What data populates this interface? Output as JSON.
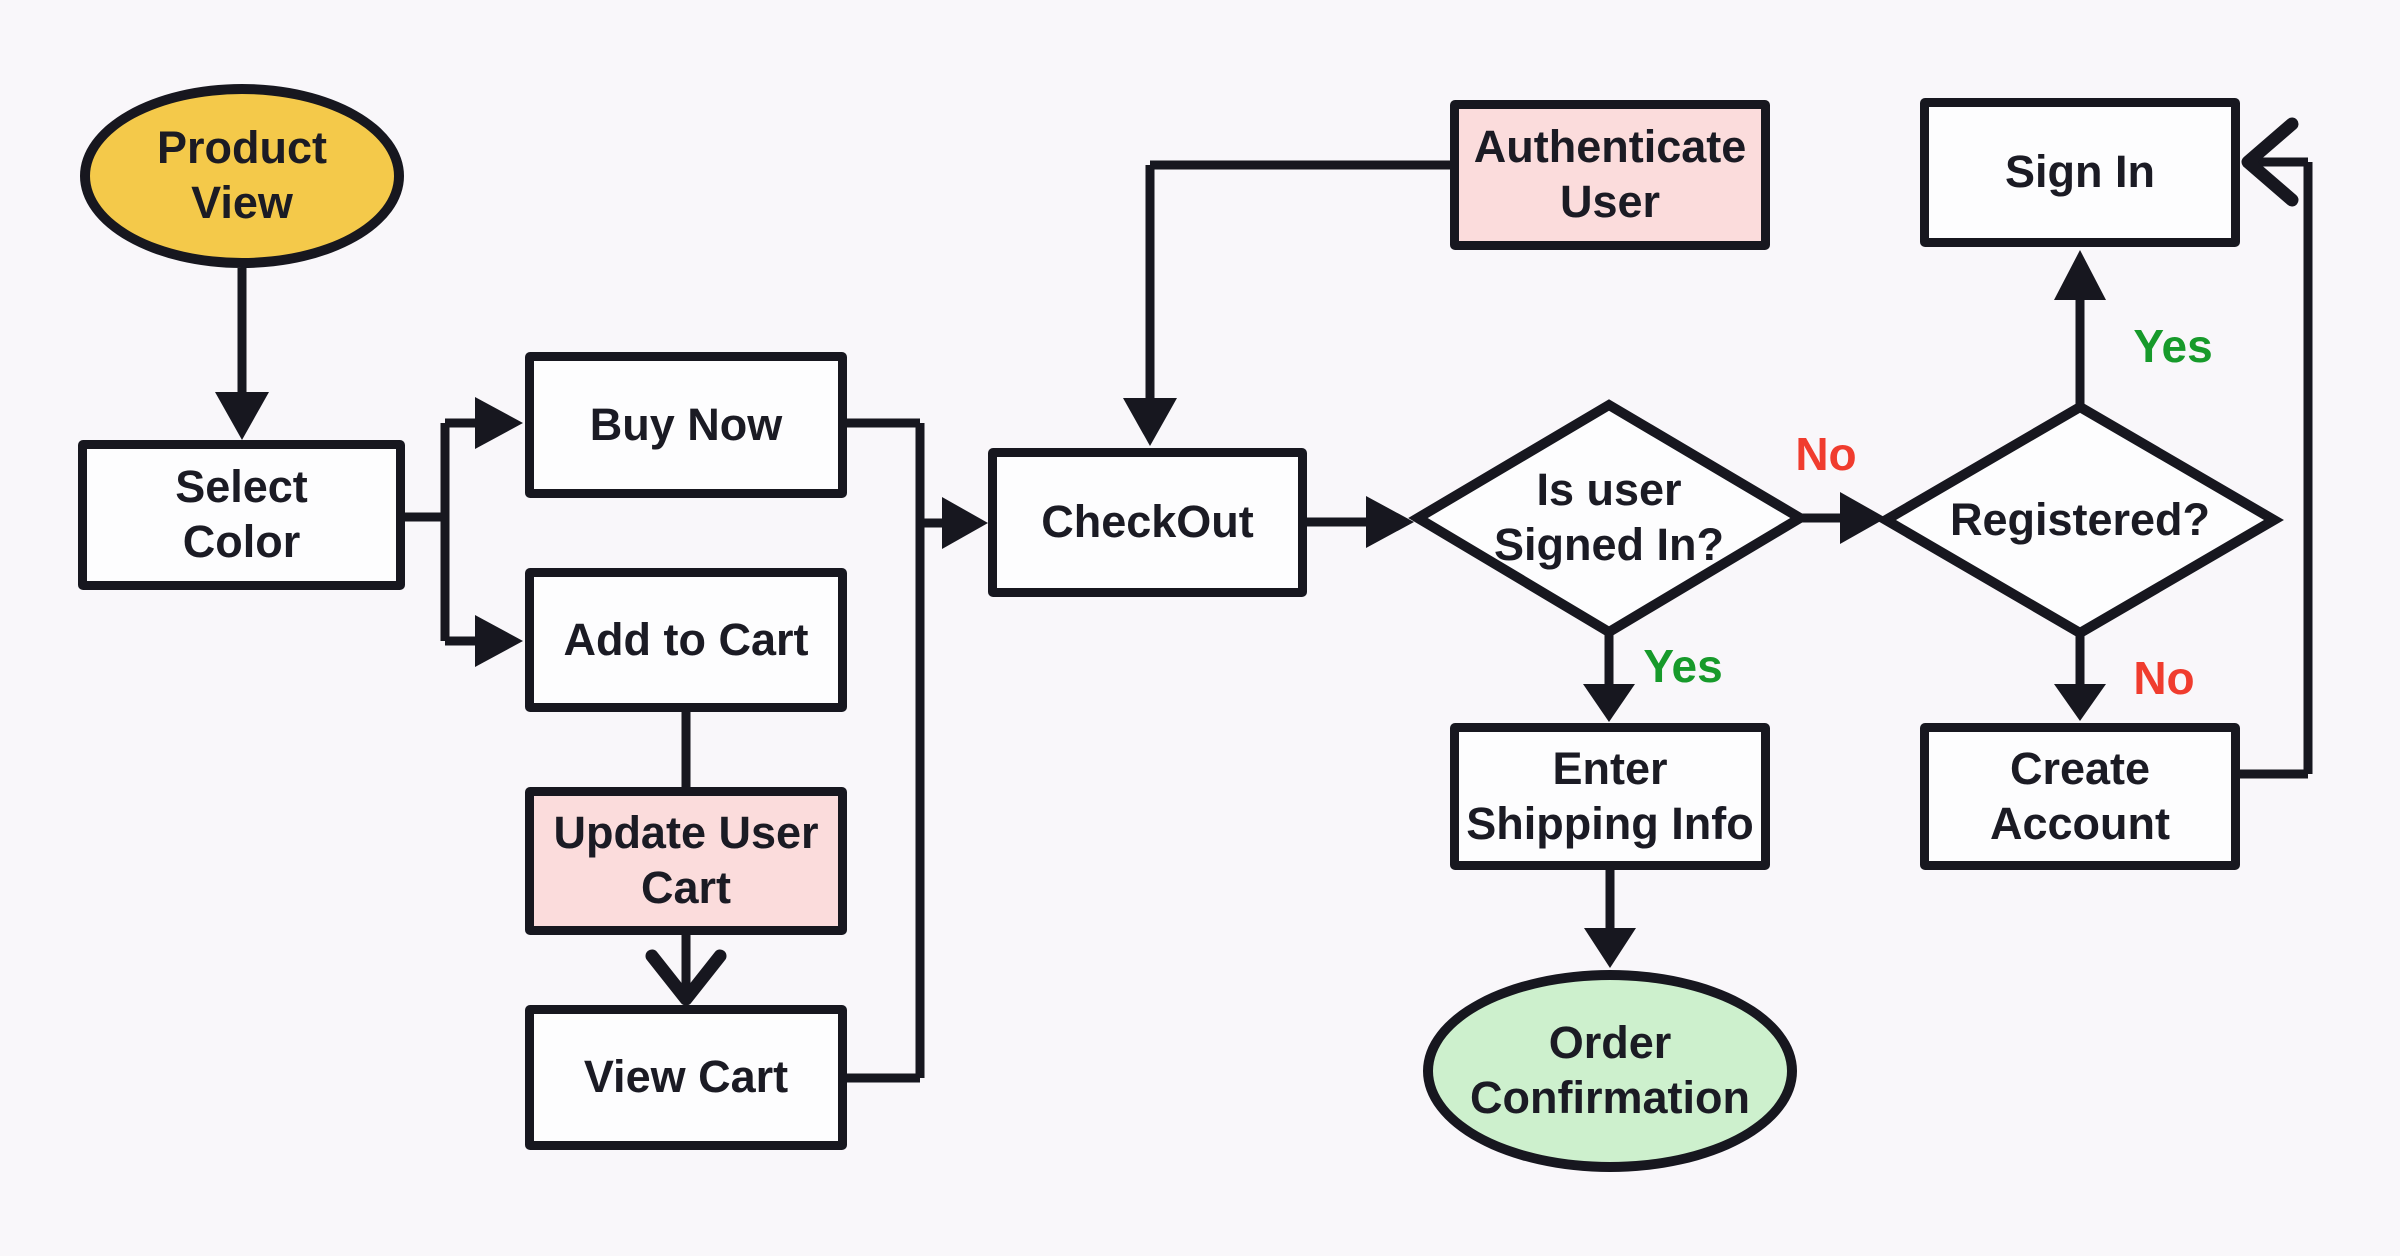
{
  "diagram": {
    "type": "flowchart",
    "background": "#F9F7FA",
    "stroke_color": "#17171F",
    "nodes": {
      "product_view": {
        "label": "Product\nView",
        "shape": "ellipse",
        "fill": "#F4C94A",
        "role": "start"
      },
      "select_color": {
        "label": "Select\nColor",
        "shape": "rect",
        "fill": "#FDFDFE",
        "role": "process"
      },
      "buy_now": {
        "label": "Buy Now",
        "shape": "rect",
        "fill": "#FDFDFE",
        "role": "process"
      },
      "add_to_cart": {
        "label": "Add to Cart",
        "shape": "rect",
        "fill": "#FDFDFE",
        "role": "process"
      },
      "update_user_cart": {
        "label": "Update User\nCart",
        "shape": "rect",
        "fill": "#FBDCDC",
        "role": "system-process"
      },
      "view_cart": {
        "label": "View Cart",
        "shape": "rect",
        "fill": "#FDFDFE",
        "role": "process"
      },
      "checkout": {
        "label": "CheckOut",
        "shape": "rect",
        "fill": "#FDFDFE",
        "role": "process"
      },
      "authenticate_user": {
        "label": "Authenticate\nUser",
        "shape": "rect",
        "fill": "#FBDCDC",
        "role": "system-process"
      },
      "is_user_signed_in": {
        "label": "Is user\nSigned In?",
        "shape": "diamond",
        "fill": "#FDFDFE",
        "role": "decision"
      },
      "registered": {
        "label": "Registered?",
        "shape": "diamond",
        "fill": "#FDFDFE",
        "role": "decision"
      },
      "sign_in": {
        "label": "Sign In",
        "shape": "rect",
        "fill": "#FDFDFE",
        "role": "process"
      },
      "create_account": {
        "label": "Create\nAccount",
        "shape": "rect",
        "fill": "#FDFDFE",
        "role": "process"
      },
      "enter_shipping_info": {
        "label": "Enter\nShipping Info",
        "shape": "rect",
        "fill": "#FDFDFE",
        "role": "process"
      },
      "order_confirmation": {
        "label": "Order\nConfirmation",
        "shape": "ellipse",
        "fill": "#CDF0CD",
        "role": "end"
      }
    },
    "edge_labels": {
      "signed_in_no": {
        "text": "No",
        "color": "#F03C2E"
      },
      "signed_in_yes": {
        "text": "Yes",
        "color": "#179A2B"
      },
      "registered_yes": {
        "text": "Yes",
        "color": "#179A2B"
      },
      "registered_no": {
        "text": "No",
        "color": "#F03C2E"
      }
    },
    "edges": [
      "Product View -> Select Color",
      "Select Color -> Buy Now",
      "Select Color -> Add to Cart",
      "Buy Now -> CheckOut",
      "Add to Cart -> Update User Cart",
      "Update User Cart -> View Cart",
      "View Cart -> CheckOut",
      "Authenticate User -> CheckOut",
      "CheckOut -> Is user Signed In?",
      "Is user Signed In? -No-> Registered?",
      "Is user Signed In? -Yes-> Enter Shipping Info",
      "Enter Shipping Info -> Order Confirmation",
      "Registered? -Yes-> Sign In",
      "Registered? -No-> Create Account",
      "Create Account -> Sign In"
    ]
  }
}
